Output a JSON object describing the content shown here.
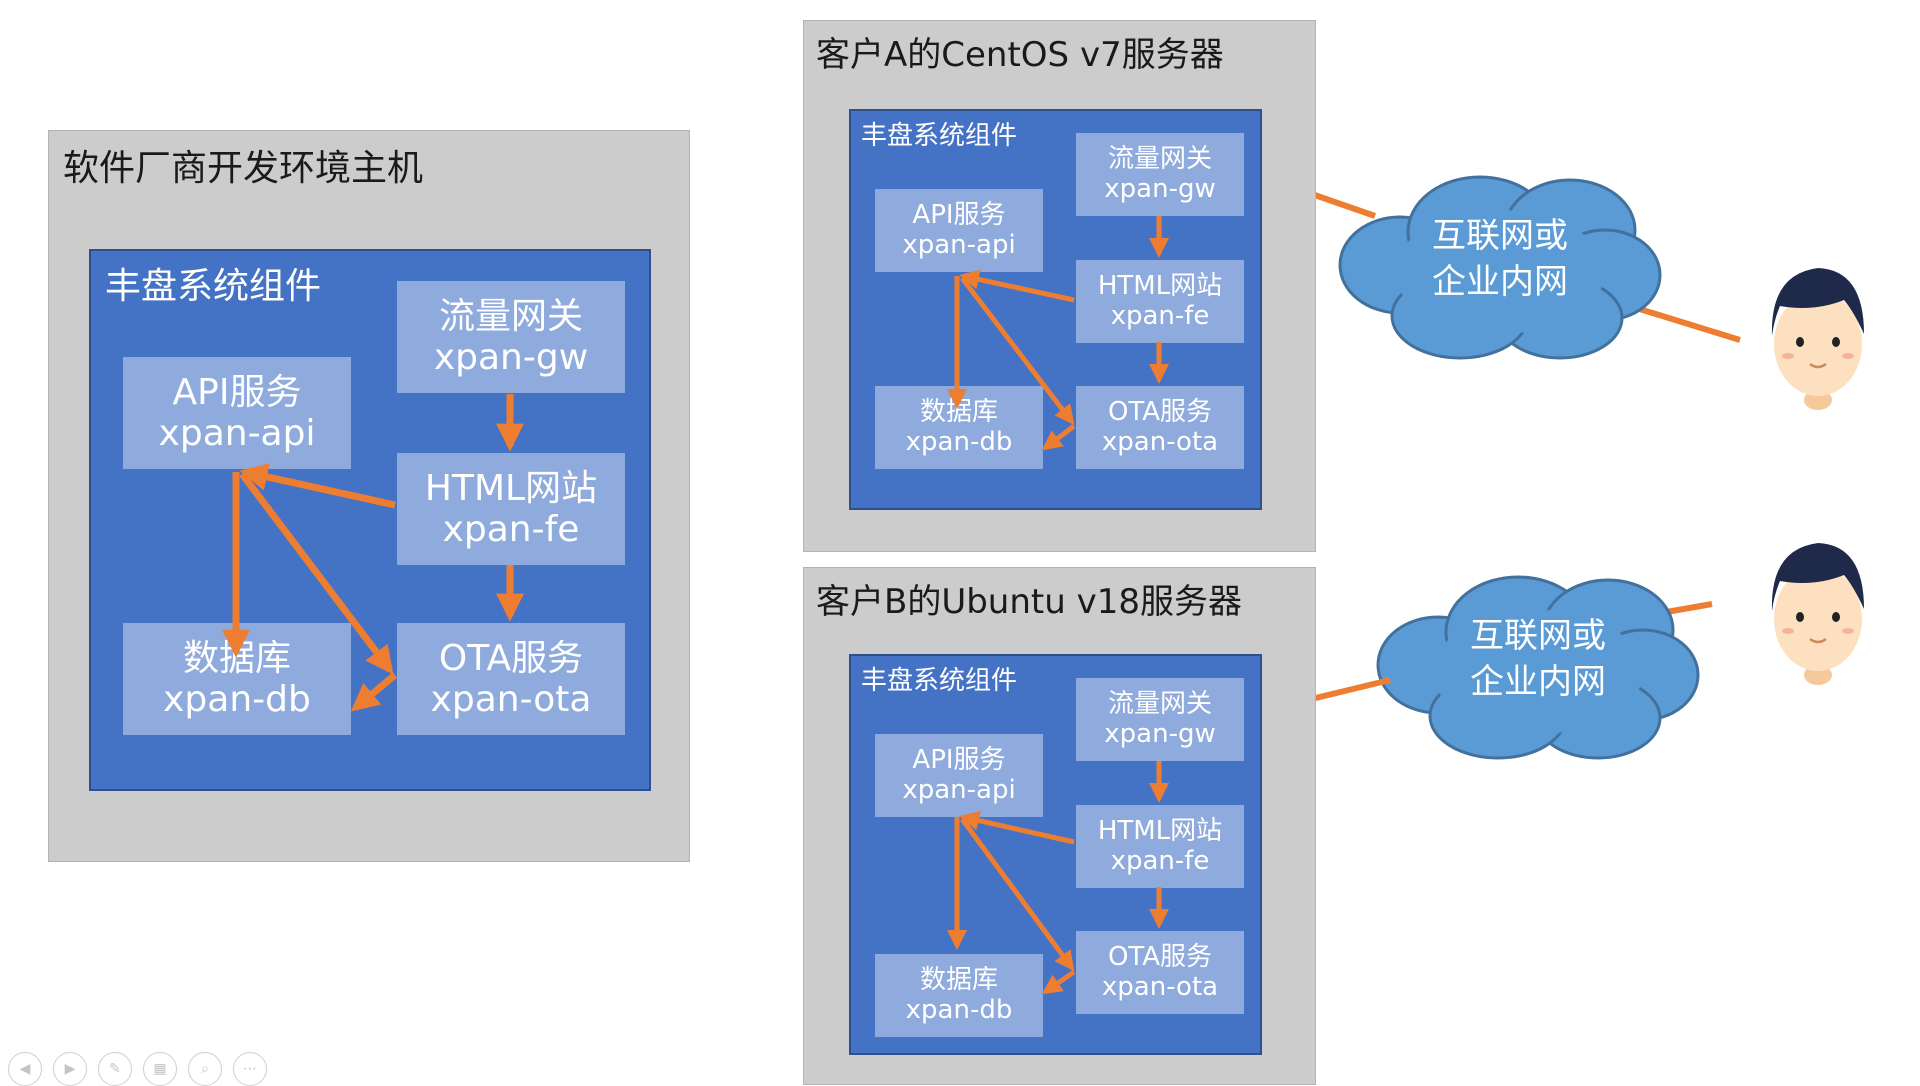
{
  "vendor": {
    "host_title": "软件厂商开发环境主机",
    "system_title": "丰盘系统组件",
    "components": {
      "gw": [
        "流量网关",
        "xpan-gw"
      ],
      "api": [
        "API服务",
        "xpan-api"
      ],
      "fe": [
        "HTML网站",
        "xpan-fe"
      ],
      "db": [
        "数据库",
        "xpan-db"
      ],
      "ota": [
        "OTA服务",
        "xpan-ota"
      ]
    }
  },
  "customer_a": {
    "host_title": "客户A的CentOS v7服务器",
    "system_title": "丰盘系统组件",
    "components": {
      "gw": [
        "流量网关",
        "xpan-gw"
      ],
      "api": [
        "API服务",
        "xpan-api"
      ],
      "fe": [
        "HTML网站",
        "xpan-fe"
      ],
      "db": [
        "数据库",
        "xpan-db"
      ],
      "ota": [
        "OTA服务",
        "xpan-ota"
      ]
    },
    "network": [
      "互联网或",
      "企业内网"
    ]
  },
  "customer_b": {
    "host_title": "客户B的Ubuntu v18服务器",
    "system_title": "丰盘系统组件",
    "components": {
      "gw": [
        "流量网关",
        "xpan-gw"
      ],
      "api": [
        "API服务",
        "xpan-api"
      ],
      "fe": [
        "HTML网站",
        "xpan-fe"
      ],
      "db": [
        "数据库",
        "xpan-db"
      ],
      "ota": [
        "OTA服务",
        "xpan-ota"
      ]
    },
    "network": [
      "互联网或",
      "企业内网"
    ]
  },
  "icons": {
    "user": "user-avatar-icon",
    "cloud": "cloud-icon",
    "nav": [
      "prev-slide-icon",
      "next-slide-icon",
      "pen-icon",
      "slides-grid-icon",
      "zoom-icon",
      "more-icon"
    ]
  },
  "colors": {
    "host_bg": "#cccccc",
    "system_bg": "#4472c4",
    "component_bg": "#8faadc",
    "cloud_fill": "#5b9bd5",
    "arrow": "#ed7d31"
  }
}
